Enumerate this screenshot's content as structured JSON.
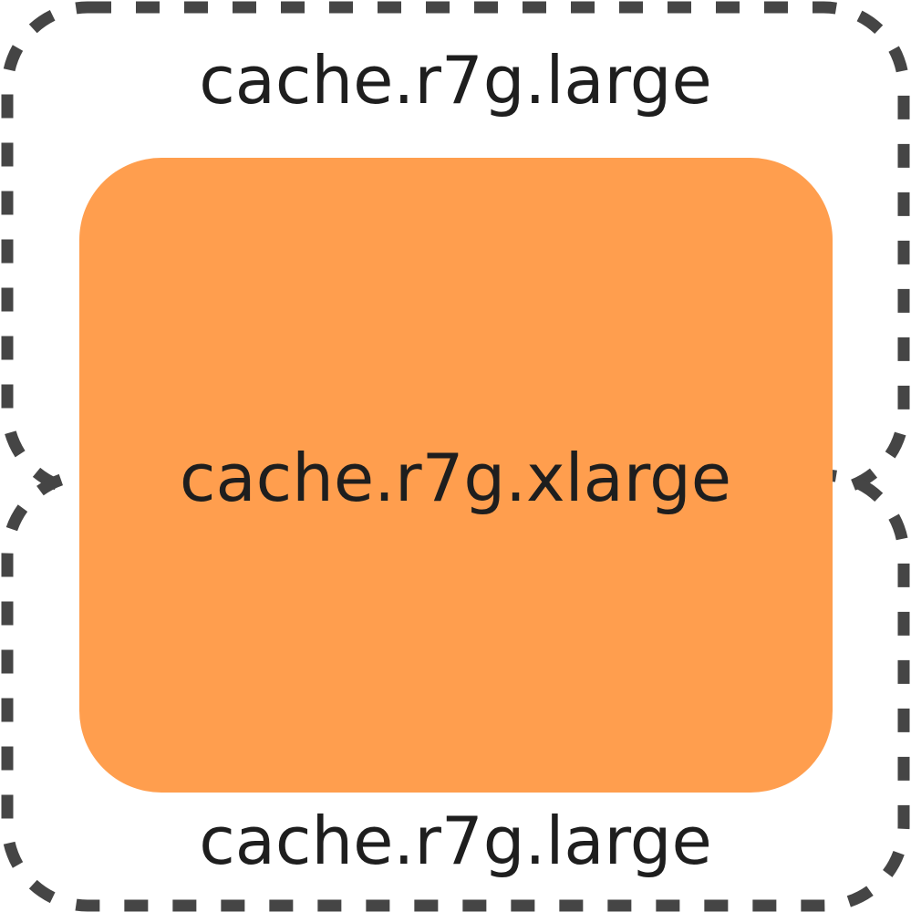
{
  "diagram": {
    "upper_group_label": "cache.r7g.large",
    "lower_group_label": "cache.r7g.large",
    "center_node_label": "cache.r7g.xlarge"
  },
  "colors": {
    "border": "#454545",
    "node_fill": "#FF9E4E",
    "text": "#1e1e1e",
    "background": "#ffffff"
  }
}
